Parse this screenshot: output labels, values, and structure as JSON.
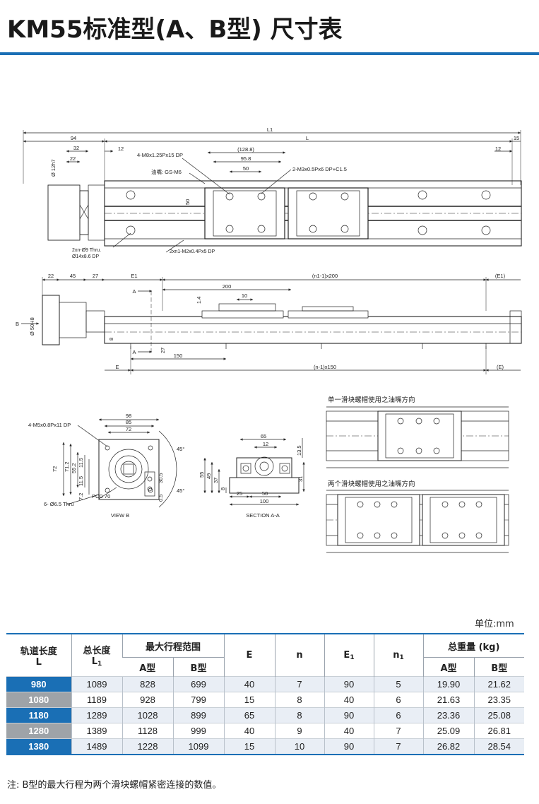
{
  "title": "KM55标准型(A、B型) 尺寸表",
  "drawing": {
    "top": {
      "L1": "L1",
      "L": "L",
      "d94": "94",
      "d32": "32",
      "d22": "22",
      "d12a": "12",
      "d12b": "12",
      "d15": "15",
      "thread1": "4-M8x1.25Px15 DP",
      "d128": "(128.8)",
      "d958": "95.8",
      "d50": "50",
      "thread2": "2-M3x0.5Px6 DP+C1.5",
      "oil": "油嘴: GS-M6",
      "phi12": "Ø 12h7",
      "v50": "50",
      "hole1": "2xn-Ø9 Thru.",
      "hole2": "Ø14x8.6 DP",
      "thread3": "2xn1-M2x0.4Px5 DP"
    },
    "side": {
      "d22": "22",
      "d45": "45",
      "d27": "27",
      "E1": "E1",
      "n1x200": "(n1-1)x200",
      "E1r": "(E1)",
      "A1": "A",
      "A2": "A",
      "d200": "200",
      "d10": "10",
      "d14": "1.4",
      "B": "B",
      "phi50": "Ø 50H8",
      "d8": "8",
      "d27v": "27",
      "d150": "150",
      "E": "E",
      "nx150": "(n-1)x150",
      "Er": "(E)"
    },
    "viewb": {
      "d98": "98",
      "d85": "85",
      "d72": "72",
      "thread": "4-M5x0.8Px11 DP",
      "a45a": "45°",
      "a45b": "45°",
      "v72": "72",
      "v712": "71.2",
      "v552": "55.2",
      "v115a": "11.5",
      "v115b": "11.5",
      "v72b": "7.2",
      "v305": "30.5",
      "v05": "0.5",
      "pcd": "PCD 70",
      "holes": "6- Ø6.5 Thru",
      "caption": "VIEW B"
    },
    "section": {
      "d65": "65",
      "d12": "12",
      "d135": "13.5",
      "v55": "55",
      "v49": "49",
      "v37": "37",
      "v8": "8",
      "d25": "25",
      "d50": "50",
      "d100": "100",
      "v31": "31",
      "caption": "SECTION A-A"
    },
    "oil_single": "单一滑块螺帽使用之油嘴方向",
    "oil_double": "两个滑块螺帽使用之油嘴方向"
  },
  "unit": "单位:mm",
  "table": {
    "headers": {
      "rail": "轨道长度",
      "rail_sub": "L",
      "total": "总长度",
      "total_sub": "L",
      "total_subscript": "1",
      "stroke": "最大行程范围",
      "stroke_a": "A型",
      "stroke_b": "B型",
      "E": "E",
      "n": "n",
      "E1": "E",
      "E1_subscript": "1",
      "n1": "n",
      "n1_subscript": "1",
      "weight": "总重量 (kg)",
      "weight_a": "A型",
      "weight_b": "B型"
    },
    "rows": [
      {
        "L": "980",
        "L1": "1089",
        "A": "828",
        "B": "699",
        "E": "40",
        "n": "7",
        "E1": "90",
        "n1": "5",
        "wA": "19.90",
        "wB": "21.62"
      },
      {
        "L": "1080",
        "L1": "1189",
        "A": "928",
        "B": "799",
        "E": "15",
        "n": "8",
        "E1": "40",
        "n1": "6",
        "wA": "21.63",
        "wB": "23.35"
      },
      {
        "L": "1180",
        "L1": "1289",
        "A": "1028",
        "B": "899",
        "E": "65",
        "n": "8",
        "E1": "90",
        "n1": "6",
        "wA": "23.36",
        "wB": "25.08"
      },
      {
        "L": "1280",
        "L1": "1389",
        "A": "1128",
        "B": "999",
        "E": "40",
        "n": "9",
        "E1": "40",
        "n1": "7",
        "wA": "25.09",
        "wB": "26.81"
      },
      {
        "L": "1380",
        "L1": "1489",
        "A": "1228",
        "B": "1099",
        "E": "15",
        "n": "10",
        "E1": "90",
        "n1": "7",
        "wA": "26.82",
        "wB": "28.54"
      }
    ]
  },
  "note": "注: B型的最大行程为两个滑块螺帽紧密连接的数值。",
  "colors": {
    "accent": "#1a6fb5",
    "row_alt": "#9ea3a8",
    "row_fill": "#e9eef5"
  }
}
